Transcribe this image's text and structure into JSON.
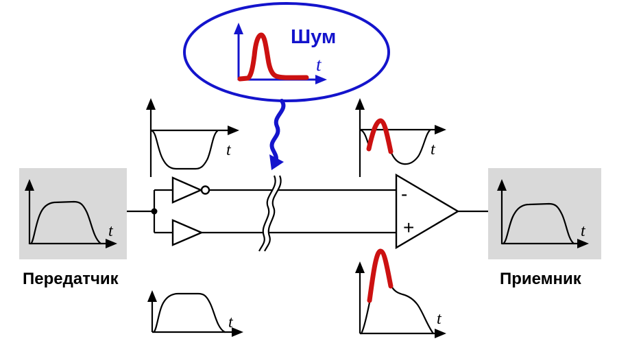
{
  "labels": {
    "noise": "Шум",
    "transmitter": "Передатчик",
    "receiver": "Приемник",
    "time_axis": "t",
    "amp_minus": "-",
    "amp_plus": "+"
  },
  "colors": {
    "accent_blue": "#1414cc",
    "noise_red": "#cc1111",
    "line_black": "#000000",
    "station_box_bg": "#d9d9d9"
  },
  "diagram": {
    "type": "differential-signaling-noise-immunity",
    "waveforms": {
      "transmitter_output": "clean trapezoidal pulse",
      "inverted_line_clean": "inverted trapezoidal pulse",
      "true_line_clean": "trapezoidal pulse",
      "inverted_line_noisy": "inverted pulse with red noise bump",
      "true_line_noisy": "pulse with red noise spike",
      "receiver_output": "clean trapezoidal pulse",
      "noise_source": "red noise pulse"
    }
  }
}
